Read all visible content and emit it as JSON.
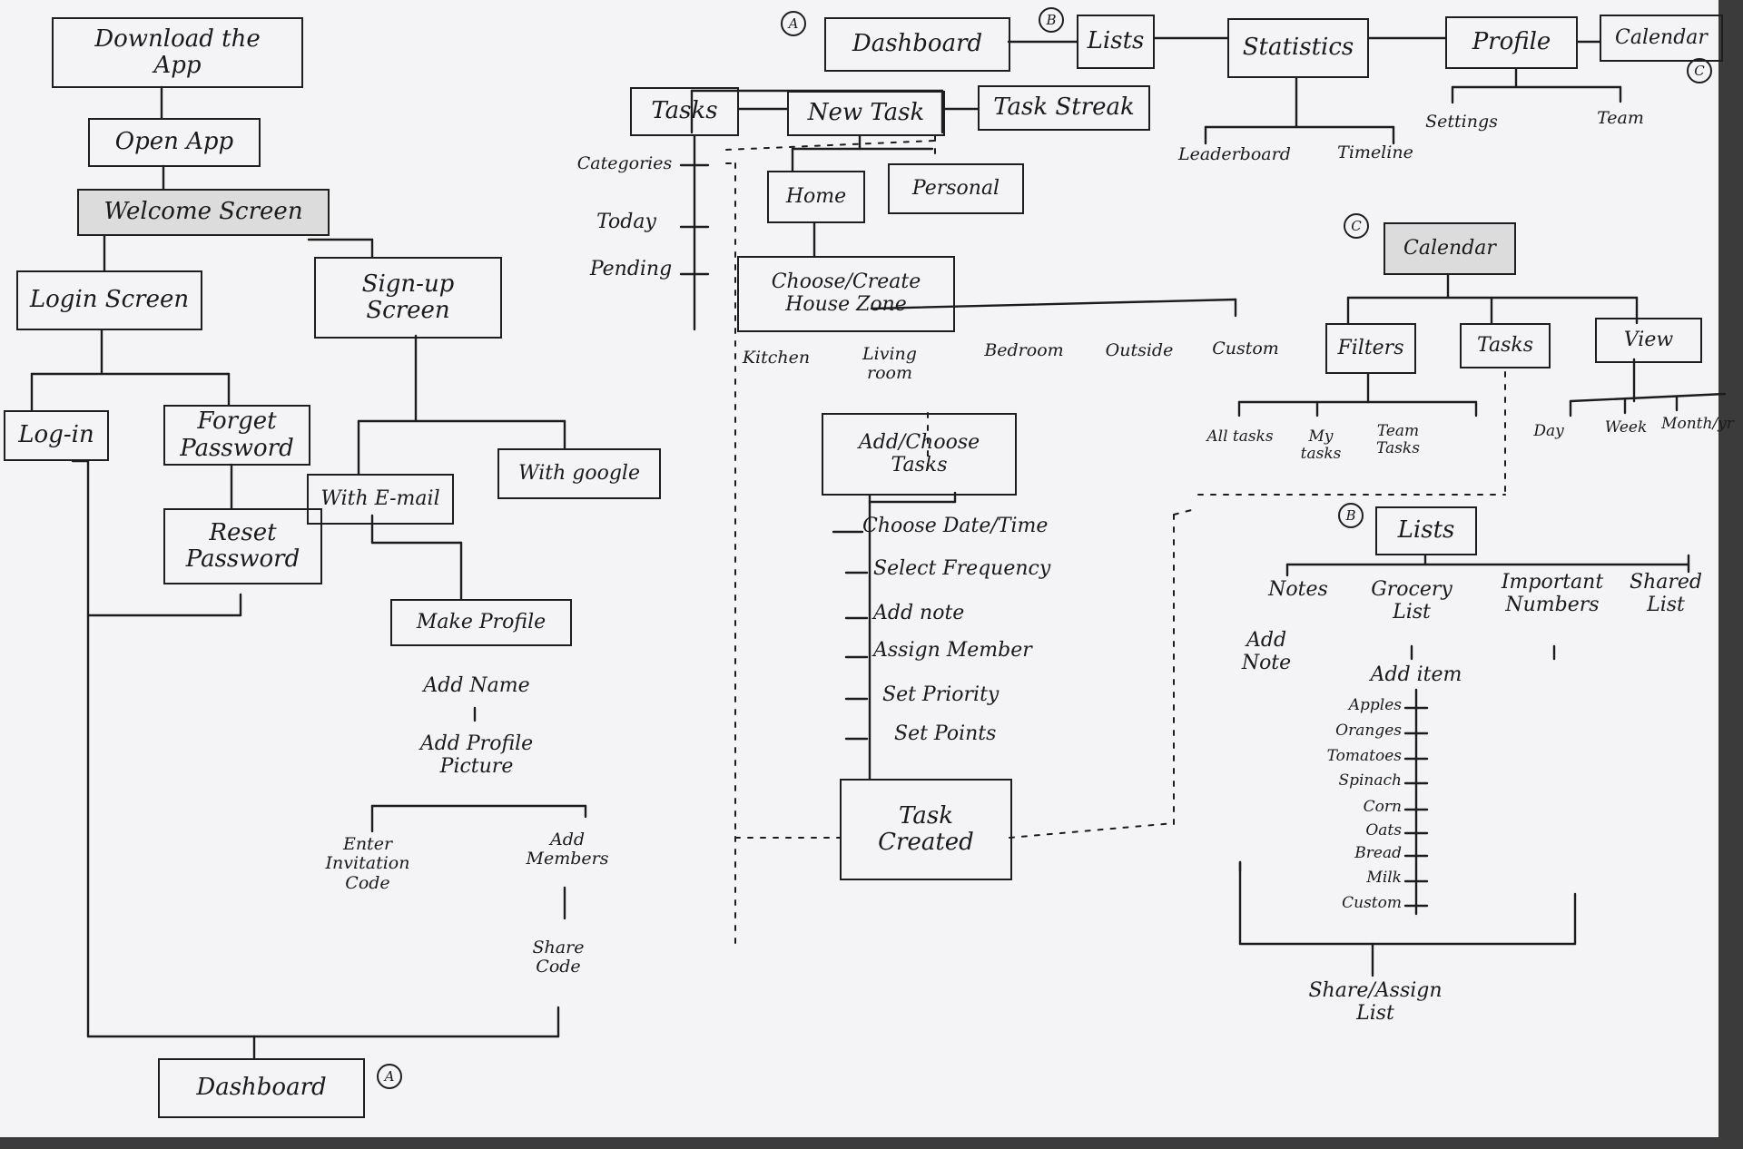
{
  "colors": {
    "paper": "#f4f4f6",
    "ink": "#1c1c1c",
    "shade": "#dcdcdc",
    "backdrop": "#3b3b3b"
  },
  "onboarding": {
    "download": "Download the\nApp",
    "open_app": "Open App",
    "welcome": "Welcome Screen",
    "login_screen": "Login Screen",
    "signup_screen": "Sign-up\nScreen",
    "login": "Log-in",
    "forget_password": "Forget\nPassword",
    "reset_password": "Reset\nPassword",
    "with_email": "With E-mail",
    "with_google": "With google",
    "make_profile": "Make Profile",
    "add_name": "Add Name",
    "add_profile_picture": "Add Profile\nPicture",
    "enter_invitation_code": "Enter\nInvitation\nCode",
    "add_members": "Add\nMembers",
    "share_code": "Share\nCode",
    "dashboard": "Dashboard",
    "dashboard_marker": "A"
  },
  "top_nav": {
    "marker_a": "A",
    "marker_b": "B",
    "marker_c": "C",
    "dashboard": "Dashboard",
    "lists": "Lists",
    "statistics": "Statistics",
    "profile": "Profile",
    "calendar": "Calendar",
    "tasks": "Tasks",
    "new_task": "New Task",
    "task_streak": "Task Streak",
    "leaderboard": "Leaderboard",
    "timeline": "Timeline",
    "settings": "Settings",
    "team": "Team"
  },
  "tasks_branch": {
    "categories": "Categories",
    "today": "Today",
    "pending": "Pending"
  },
  "new_task_flow": {
    "home": "Home",
    "personal": "Personal",
    "choose_zone": "Choose/Create\nHouse Zone",
    "zones": [
      "Kitchen",
      "Living\nroom",
      "Bedroom",
      "Outside",
      "Custom"
    ],
    "add_choose_tasks": "Add/Choose\nTasks",
    "steps": [
      "Choose Date/Time",
      "Select Frequency",
      "Add note",
      "Assign Member",
      "Set Priority",
      "Set Points"
    ],
    "task_created": "Task\nCreated"
  },
  "calendar_section": {
    "marker": "C",
    "title": "Calendar",
    "filters": "Filters",
    "tasks": "Tasks",
    "view": "View",
    "filter_items": [
      "All tasks",
      "My\ntasks",
      "Team\nTasks"
    ],
    "view_items": [
      "Day",
      "Week",
      "Month/yr"
    ]
  },
  "lists_section": {
    "marker": "B",
    "title": "Lists",
    "notes": "Notes",
    "grocery": "Grocery\nList",
    "important_numbers": "Important\nNumbers",
    "shared_list": "Shared\nList",
    "add_note": "Add\nNote",
    "add_item": "Add item",
    "grocery_items": [
      "Apples",
      "Oranges",
      "Tomatoes",
      "Spinach",
      "Corn",
      "Oats",
      "Bread",
      "Milk",
      "Custom"
    ],
    "share_assign": "Share/Assign\nList"
  }
}
